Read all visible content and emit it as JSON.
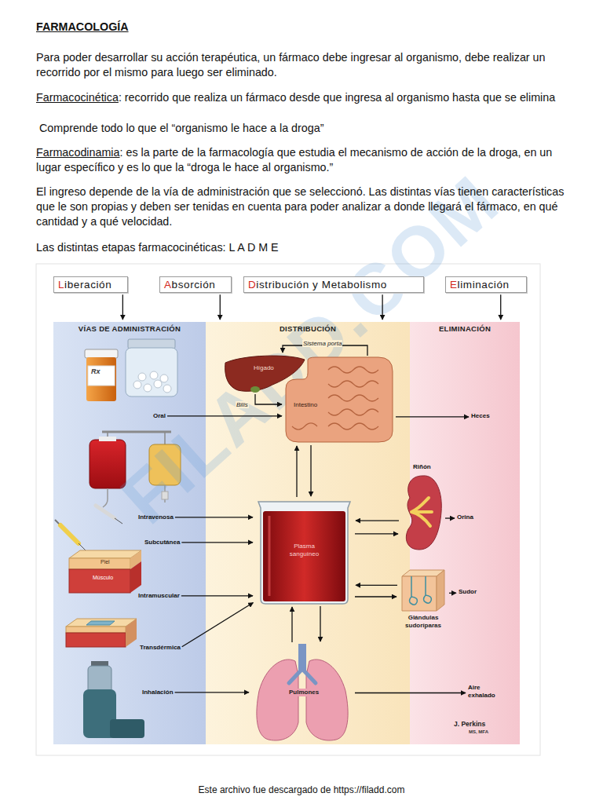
{
  "diagram": {
    "title": "FARMACOLOGÍA",
    "nodes": [
      {
        "text": [
          "Liberación"
        ]
      },
      {
        "text": [
          "Absorción"
        ]
      },
      {
        "text": [
          "Distribución y Metabolismo"
        ]
      },
      {
        "text": [
          "Eliminación"
        ]
      },
      {
        "text": [
          "VÍAS DE ADMINISTRACIÓN"
        ]
      },
      {
        "text": [
          "Oral"
        ],
        "in": 4
      },
      {
        "text": [
          "Intravenosa"
        ],
        "in": 4
      },
      {
        "text": [
          "Subcutánea"
        ],
        "in": 4
      },
      {
        "text": [
          "Intramuscular"
        ],
        "in": 4
      },
      {
        "text": [
          "Transdérmica"
        ],
        "in": 4
      },
      {
        "text": [
          "Inhalación"
        ],
        "in": 4
      },
      {
        "text": [
          "DISTRIBUCIÓN"
        ]
      },
      {
        "text": [
          "Hígado"
        ],
        "in": 11
      },
      {
        "text": [
          "Intestino"
        ],
        "in": 11
      },
      {
        "text": [
          "Plasma sanguíneo"
        ],
        "in": 11
      },
      {
        "text": [
          "Pulmones"
        ],
        "in": 11
      },
      {
        "text": [
          "ELIMINACIÓN"
        ]
      },
      {
        "text": [
          "Heces"
        ],
        "in": 16
      },
      {
        "text": [
          "Riñón"
        ],
        "in": 16
      },
      {
        "text": [
          "Orina"
        ],
        "in": 16
      },
      {
        "text": [
          "Glándulas sudoríparas"
        ],
        "in": 16
      },
      {
        "text": [
          "Sudor"
        ],
        "in": 16
      },
      {
        "text": [
          "Aire exhalado"
        ],
        "in": 16
      }
    ],
    "edges": [
      {
        "from": 0,
        "to": 4,
        "arrow": "to"
      },
      {
        "from": 1,
        "to": 11,
        "arrow": "to"
      },
      {
        "from": 2,
        "to": 11,
        "arrow": "to"
      },
      {
        "from": 3,
        "to": 16,
        "arrow": "to"
      },
      {
        "from": 5,
        "to": 13,
        "arrow": "to"
      },
      {
        "from": 13,
        "to": 12,
        "label": "Sistema porta",
        "arrow": "to"
      },
      {
        "from": 12,
        "to": 13,
        "label": "Bilis",
        "arrow": "to"
      },
      {
        "from": 13,
        "to": 17,
        "arrow": "to"
      },
      {
        "from": 13,
        "to": 14,
        "arrow": "to"
      },
      {
        "from": 14,
        "to": 13,
        "arrow": "to"
      },
      {
        "from": 6,
        "to": 14,
        "arrow": "to"
      },
      {
        "from": 7,
        "to": 14,
        "arrow": "to"
      },
      {
        "from": 8,
        "to": 14,
        "arrow": "to"
      },
      {
        "from": 9,
        "to": 14,
        "arrow": "to"
      },
      {
        "from": 10,
        "to": 15,
        "arrow": "to"
      },
      {
        "from": 18,
        "to": 14,
        "arrow": "to"
      },
      {
        "from": 14,
        "to": 18,
        "arrow": "to"
      },
      {
        "from": 18,
        "to": 19,
        "arrow": "to"
      },
      {
        "from": 20,
        "to": 14,
        "arrow": "to"
      },
      {
        "from": 14,
        "to": 20,
        "arrow": "to"
      },
      {
        "from": 20,
        "to": 21,
        "arrow": "to"
      },
      {
        "from": 15,
        "to": 14,
        "arrow": "to"
      },
      {
        "from": 14,
        "to": 15,
        "arrow": "to"
      },
      {
        "from": 15,
        "to": 22,
        "arrow": "to"
      }
    ],
    "labels": [
      "Para poder desarrollar su acción terapéutica, un fármaco debe ingresar al organismo, debe realizar un recorrido por el mismo para luego ser eliminado.",
      "Farmacocinética",
      ": recorrido que realiza un fármaco desde que ingresa al organismo hasta que se elimina",
      "Comprende todo lo que el “organismo le hace a la droga”",
      "Farmacodinamia",
      ": es la parte de la farmacología que estudia el mecanismo de acción de la droga, en un lugar específico y es lo que la “droga le hace al organismo.”",
      "El ingreso depende de la vía de administración que se seleccionó. Las distintas vías tienen características que le son propias y deben ser tenidas en cuenta para poder analizar a donde llegará el fármaco, en qué cantidad y a qué velocidad.",
      "Las distintas etapas farmacocinéticas: L A D M E",
      "Rx",
      "Piel",
      "Músculo",
      "J. Perkins",
      "MS, MFA",
      "FILADD.COM",
      "Este archivo fue descargado de https://filadd.com"
    ]
  }
}
